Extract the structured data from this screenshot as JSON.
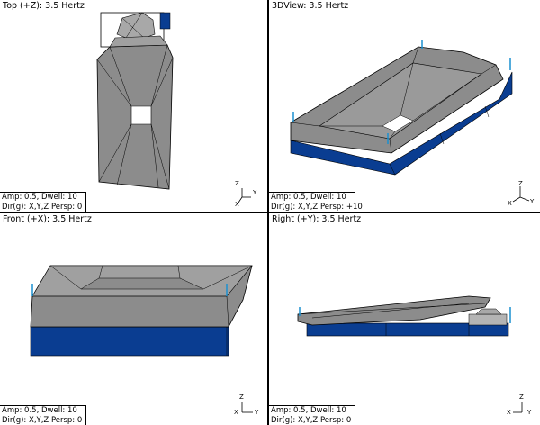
{
  "viewports": {
    "top": {
      "title": "Top (+Z): 3.5 Hertz",
      "info1": "Amp: 0.5,  Dwell: 10",
      "info2": "Dir(g): X,Y,Z Persp: 0",
      "axes": [
        "Z",
        "Y",
        "X"
      ]
    },
    "view3d": {
      "title": "3DView: 3.5 Hertz",
      "info1": "Amp: 0.5,  Dwell: 10",
      "info2": "Dir(g): X,Y,Z Persp: +10",
      "axes": [
        "Z",
        "Y",
        "X"
      ]
    },
    "front": {
      "title": "Front (+X): 3.5 Hertz",
      "info1": "Amp: 0.5,  Dwell: 10",
      "info2": "Dir(g): X,Y,Z Persp: 0",
      "axes": [
        "Z",
        "Y",
        "X"
      ]
    },
    "right": {
      "title": "Right (+Y): 3.5 Hertz",
      "info1": "Amp: 0.5,  Dwell: 10",
      "info2": "Dir(g): X,Y,Z Persp: 0",
      "axes": [
        "Z",
        "X",
        "Y"
      ]
    }
  },
  "colors": {
    "gray": "#8c8c8c",
    "gray_light": "#b4b4b4",
    "blue": "#0a3d91",
    "blue_dark": "#062a6a",
    "cyan": "#1a90d0",
    "edge": "#000000"
  }
}
